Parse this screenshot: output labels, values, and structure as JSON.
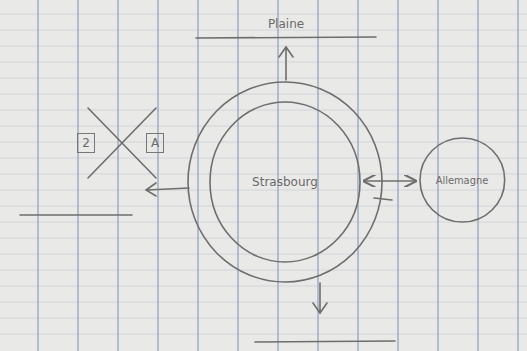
{
  "diagram": {
    "nodes": [
      {
        "text": [
          "Strasbourg"
        ]
      },
      {
        "text": [
          "Allemagne"
        ]
      }
    ],
    "edges": [
      {
        "from": 0,
        "to": 1,
        "arrow": "both"
      }
    ],
    "labels": [
      "Plaine",
      "2",
      "A"
    ]
  }
}
